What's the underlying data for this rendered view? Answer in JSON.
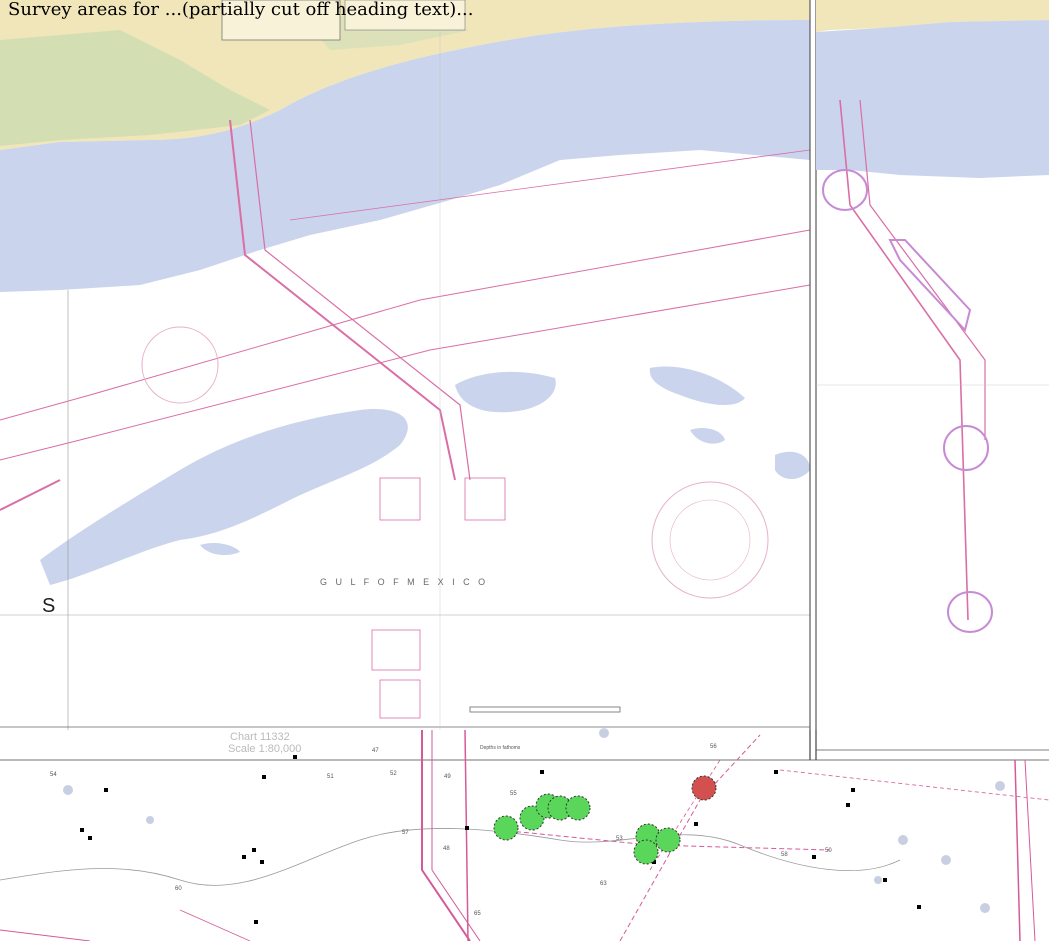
{
  "caption": "Survey areas for ...(partially cut off heading text)...",
  "chart_labels": {
    "chart_number": "Chart 11332",
    "scale": "Scale 1:80,000",
    "gulf_name": "G U L F   O F   M E X I C O",
    "letter_s": "S",
    "depth_unit": "Depths in fathoms"
  },
  "sounding_labels": [
    "54",
    "51",
    "52",
    "49",
    "53",
    "56",
    "55",
    "50",
    "48",
    "47",
    "57",
    "60",
    "63",
    "65",
    "58"
  ],
  "markers": [
    {
      "type": "green",
      "label": "survey-site-1"
    },
    {
      "type": "green",
      "label": "survey-site-2"
    },
    {
      "type": "green",
      "label": "survey-site-3"
    },
    {
      "type": "green",
      "label": "survey-site-4"
    },
    {
      "type": "green",
      "label": "survey-site-5"
    },
    {
      "type": "green",
      "label": "survey-site-6"
    },
    {
      "type": "green",
      "label": "survey-site-7"
    },
    {
      "type": "green",
      "label": "survey-site-8"
    },
    {
      "type": "red",
      "label": "survey-site-9"
    }
  ],
  "colors": {
    "land": "#eee3b0",
    "land_green": "#c9d6a6",
    "shoal_blue": "#c3ceea",
    "deep_white": "#ffffff",
    "magenta": "#d55a9a",
    "green_marker": "#5ad65a",
    "red_marker": "#d35050"
  }
}
